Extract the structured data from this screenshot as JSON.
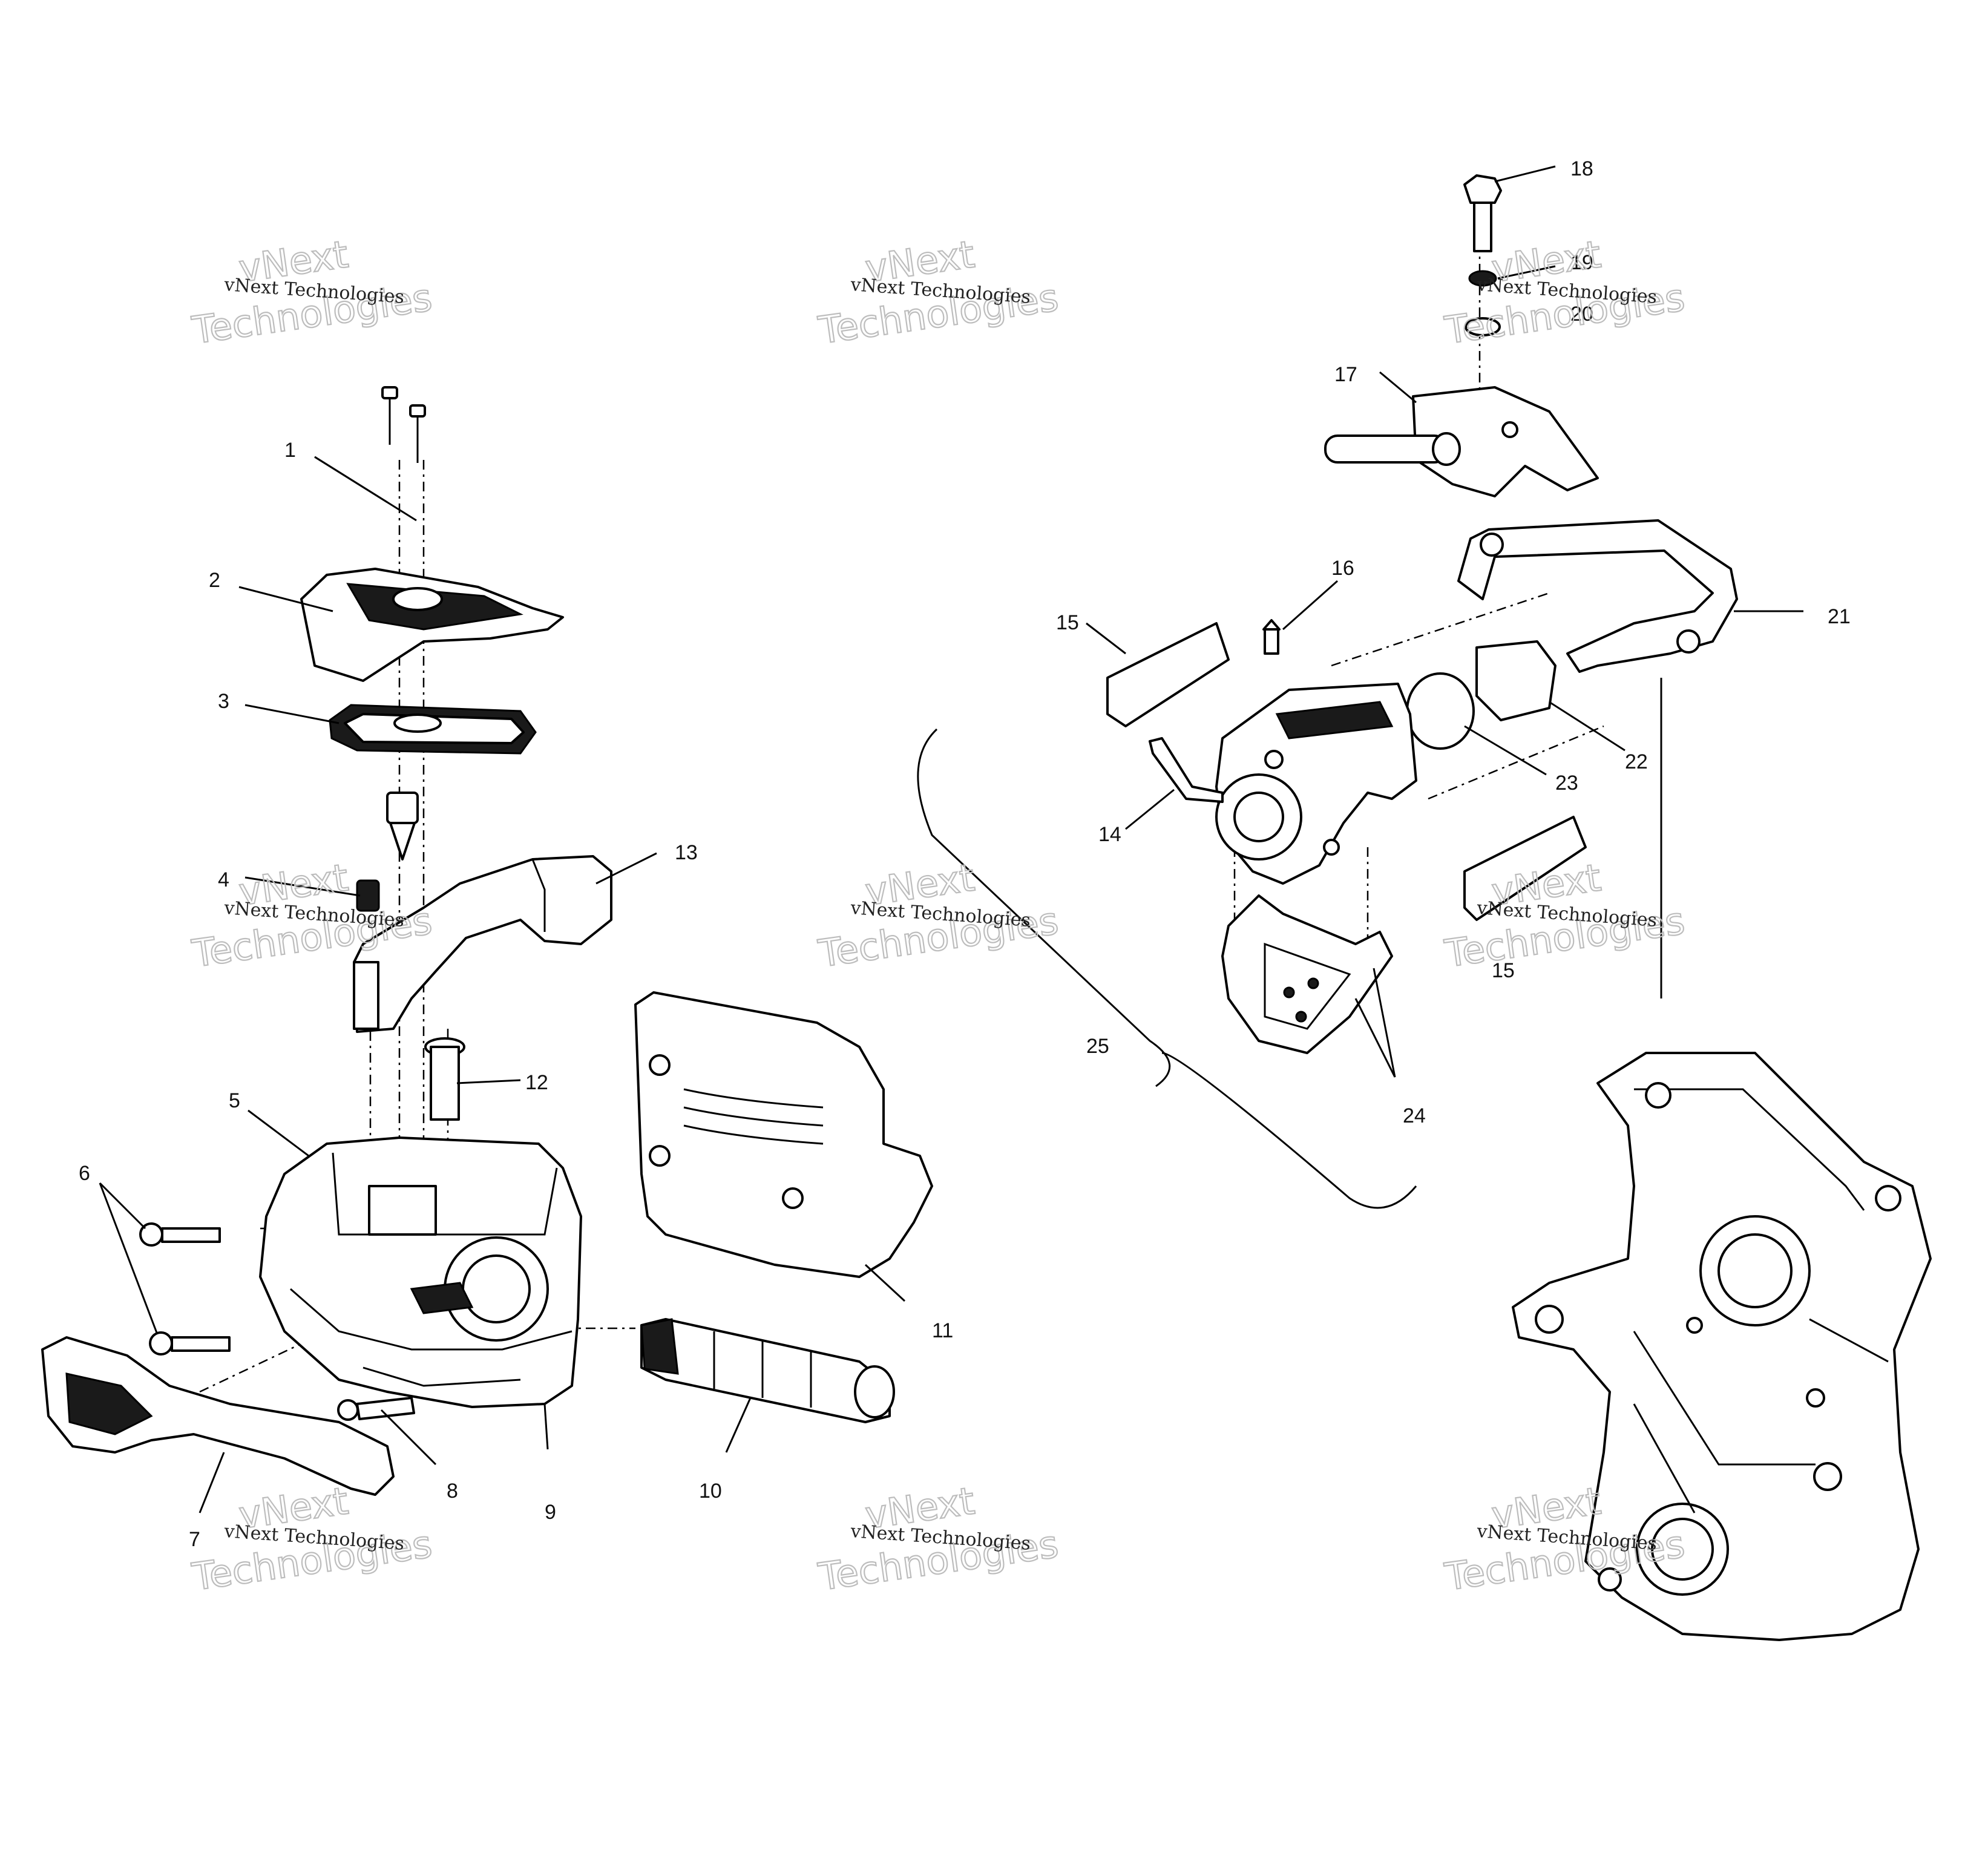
{
  "callouts": [
    "1",
    "2",
    "3",
    "4",
    "5",
    "6",
    "7",
    "8",
    "9",
    "10",
    "11",
    "12",
    "13",
    "14",
    "15",
    "15",
    "16",
    "17",
    "18",
    "19",
    "20",
    "21",
    "22",
    "23",
    "24",
    "25"
  ],
  "watermark": {
    "line1": "vNext Technologies",
    "big_a": "vNext",
    "big_b": "Technologies"
  }
}
